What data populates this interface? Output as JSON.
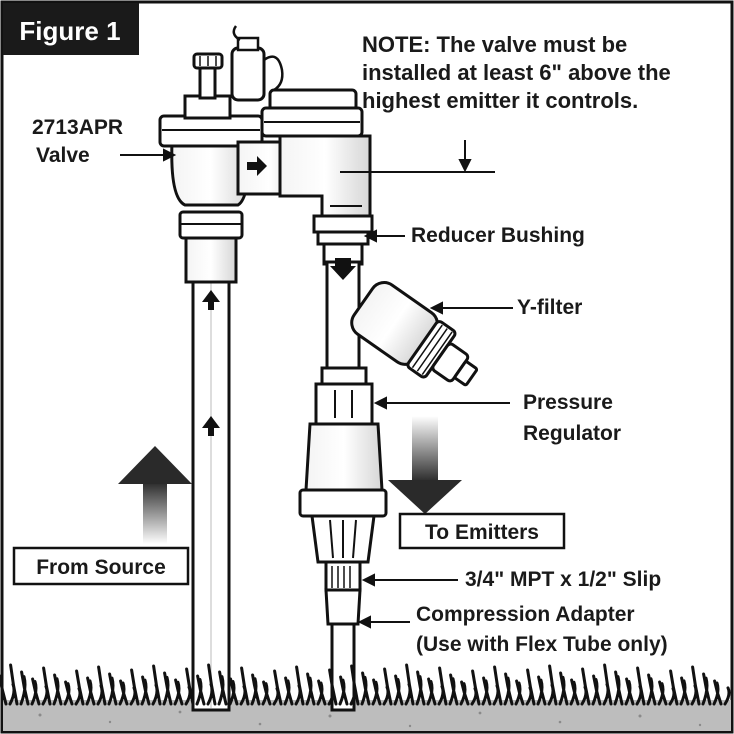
{
  "figure": {
    "title": "Figure 1"
  },
  "note": {
    "line1": "NOTE: The valve must be",
    "line2": "installed at least 6\" above the",
    "line3": "highest emitter it controls."
  },
  "labels": {
    "valve_line1": "2713APR",
    "valve_line2": "Valve",
    "reducer": "Reducer Bushing",
    "yfilter": "Y-filter",
    "pressure_line1": "Pressure",
    "pressure_line2": "Regulator",
    "to_emitters": "To Emitters",
    "from_source": "From Source",
    "mpt": "3/4\" MPT x 1/2\" Slip",
    "compression_line1": "Compression Adapter",
    "compression_line2": "(Use with Flex Tube only)"
  },
  "colors": {
    "outline": "#111111",
    "ground": "#bcbcbc",
    "arrow_dark": "#2a2a2a"
  }
}
